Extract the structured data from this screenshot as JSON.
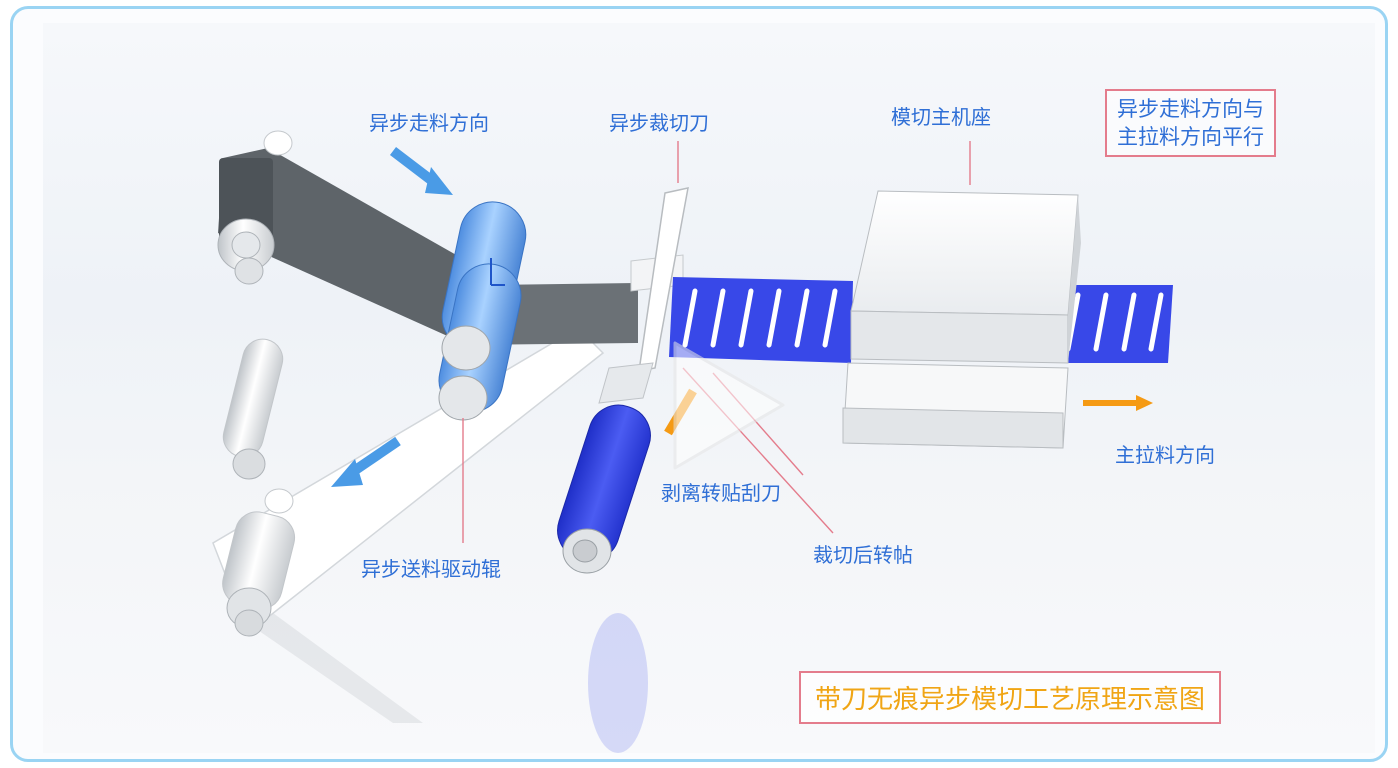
{
  "labels": {
    "async_feed_dir": "异步走料方向",
    "async_cutter": "异步裁切刀",
    "die_base": "模切主机座",
    "parallel_note_line1": "异步走料方向与",
    "parallel_note_line2": "主拉料方向平行",
    "main_pull_dir": "主拉料方向",
    "peel_blade": "剥离转贴刮刀",
    "after_cut_transfer": "裁切后转帖",
    "async_drive_roller": "异步送料驱动辊"
  },
  "title": "带刀无痕异步模切工艺原理示意图",
  "colors": {
    "label_blue": "#2f6fd6",
    "title_orange": "#f0a515",
    "box_border": "#e47c8c",
    "frame_border": "#9ad4f3",
    "material_blue": "#3848e8",
    "arrow_blue": "#4a9be6",
    "arrow_orange": "#f59a14",
    "belt_gray": "#5e6469"
  },
  "icons": {
    "play": "play-icon"
  }
}
